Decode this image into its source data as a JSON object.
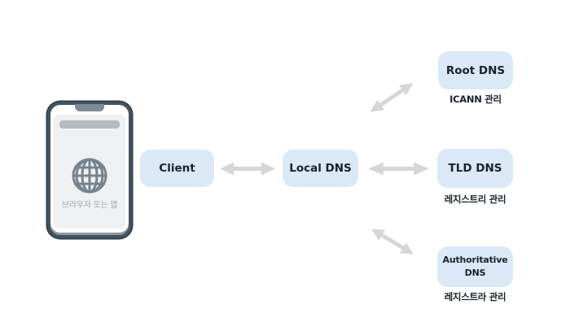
{
  "phone": {
    "caption": "브라우저 또는 앱"
  },
  "nodes": {
    "client": {
      "label": "Client"
    },
    "local_dns": {
      "label": "Local DNS"
    },
    "root_dns": {
      "label": "Root DNS",
      "sublabel": "ICANN 관리"
    },
    "tld_dns": {
      "label": "TLD DNS",
      "sublabel": "레지스트리 관리"
    },
    "authoritative_dns": {
      "label": "Authoritative DNS",
      "sublabel": "레지스트라 관리"
    }
  },
  "colors": {
    "node_fill": "#dbe9f6",
    "arrow": "#d6d6d6",
    "label_text": "#18222e",
    "phone_frame": "#44545f",
    "phone_screen": "#eff0f1",
    "phone_accent": "#b3bbc1",
    "phone_notch": "#7e8b94",
    "globe": "#75838e",
    "caption_text": "#9aa4ac"
  }
}
